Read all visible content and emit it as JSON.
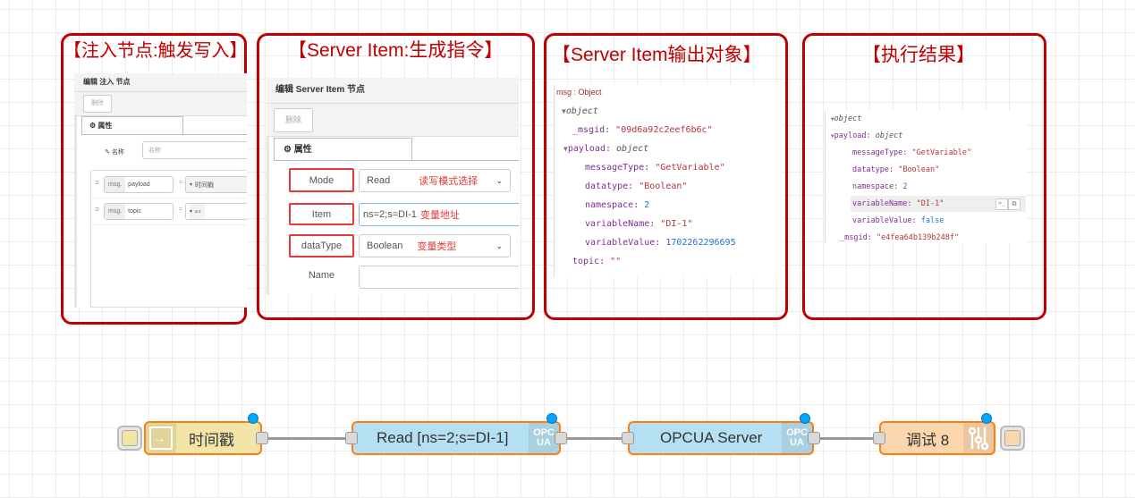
{
  "panels": {
    "inject": {
      "title": "【注入节点:触发写入】",
      "editor_title": "编辑 注入 节点",
      "delete_label": "删除",
      "tab_label": "属性",
      "name_label": "名称",
      "name_placeholder": "名称",
      "props": [
        {
          "prefix": "msg.",
          "key": "payload",
          "eq": "=",
          "type_value": "时间戳"
        },
        {
          "prefix": "msg.",
          "key": "topic",
          "eq": "=",
          "type_value": "a z"
        }
      ]
    },
    "server_item": {
      "title": "【Server Item:生成指令】",
      "editor_title": "编辑 Server Item 节点",
      "delete_label": "删除",
      "tab_label": "属性",
      "fields": {
        "mode": {
          "label": "Mode",
          "value": "Read",
          "note": "读写模式选择"
        },
        "item": {
          "label": "Item",
          "value": "ns=2;s=DI-1",
          "note": "变量地址"
        },
        "datatype": {
          "label": "dataType",
          "value": "Boolean",
          "note": "变量类型"
        },
        "name": {
          "label": "Name",
          "value": ""
        }
      }
    },
    "output": {
      "title": "【Server Item输出对象】",
      "header": "msg : Object",
      "root": "object",
      "msgid_key": "_msgid",
      "msgid": "\"09d6a92c2eef6b6c\"",
      "payload_key": "payload",
      "payload_type": "object",
      "fields": [
        {
          "key": "messageType",
          "value": "\"GetVariable\"",
          "kind": "s"
        },
        {
          "key": "datatype",
          "value": "\"Boolean\"",
          "kind": "s"
        },
        {
          "key": "namespace",
          "value": "2",
          "kind": "n"
        },
        {
          "key": "variableName",
          "value": "\"DI-1\"",
          "kind": "s"
        },
        {
          "key": "variableValue",
          "value": "1702262296695",
          "kind": "n"
        }
      ],
      "topic_key": "topic",
      "topic": "\"\""
    },
    "result": {
      "title": "【执行结果】",
      "root": "object",
      "payload_key": "payload",
      "payload_type": "object",
      "fields": [
        {
          "key": "messageType",
          "value": "\"GetVariable\"",
          "kind": "s"
        },
        {
          "key": "datatype",
          "value": "\"Boolean\"",
          "kind": "s"
        },
        {
          "key": "namespace",
          "value": "2",
          "kind": "n"
        },
        {
          "key": "variableName",
          "value": "\"DI-1\"",
          "kind": "s"
        },
        {
          "key": "variableValue",
          "value": "false",
          "kind": "n"
        }
      ],
      "msgid_key": "_msgid",
      "msgid": "\"e4fea64b139b248f\""
    }
  },
  "flow": {
    "nodes": [
      {
        "label": "时间戳",
        "type": "inject",
        "color": "#f3e5a7"
      },
      {
        "label": "Read [ns=2;s=DI-1]",
        "type": "opcua-item",
        "color": "#b5e0f3"
      },
      {
        "label": "OPCUA Server",
        "type": "opcua-server",
        "color": "#b5e0f3"
      },
      {
        "label": "调试 8",
        "type": "debug",
        "color": "#fcd7ae"
      }
    ],
    "opcua_icon_text": [
      "OPC",
      "UA"
    ]
  }
}
